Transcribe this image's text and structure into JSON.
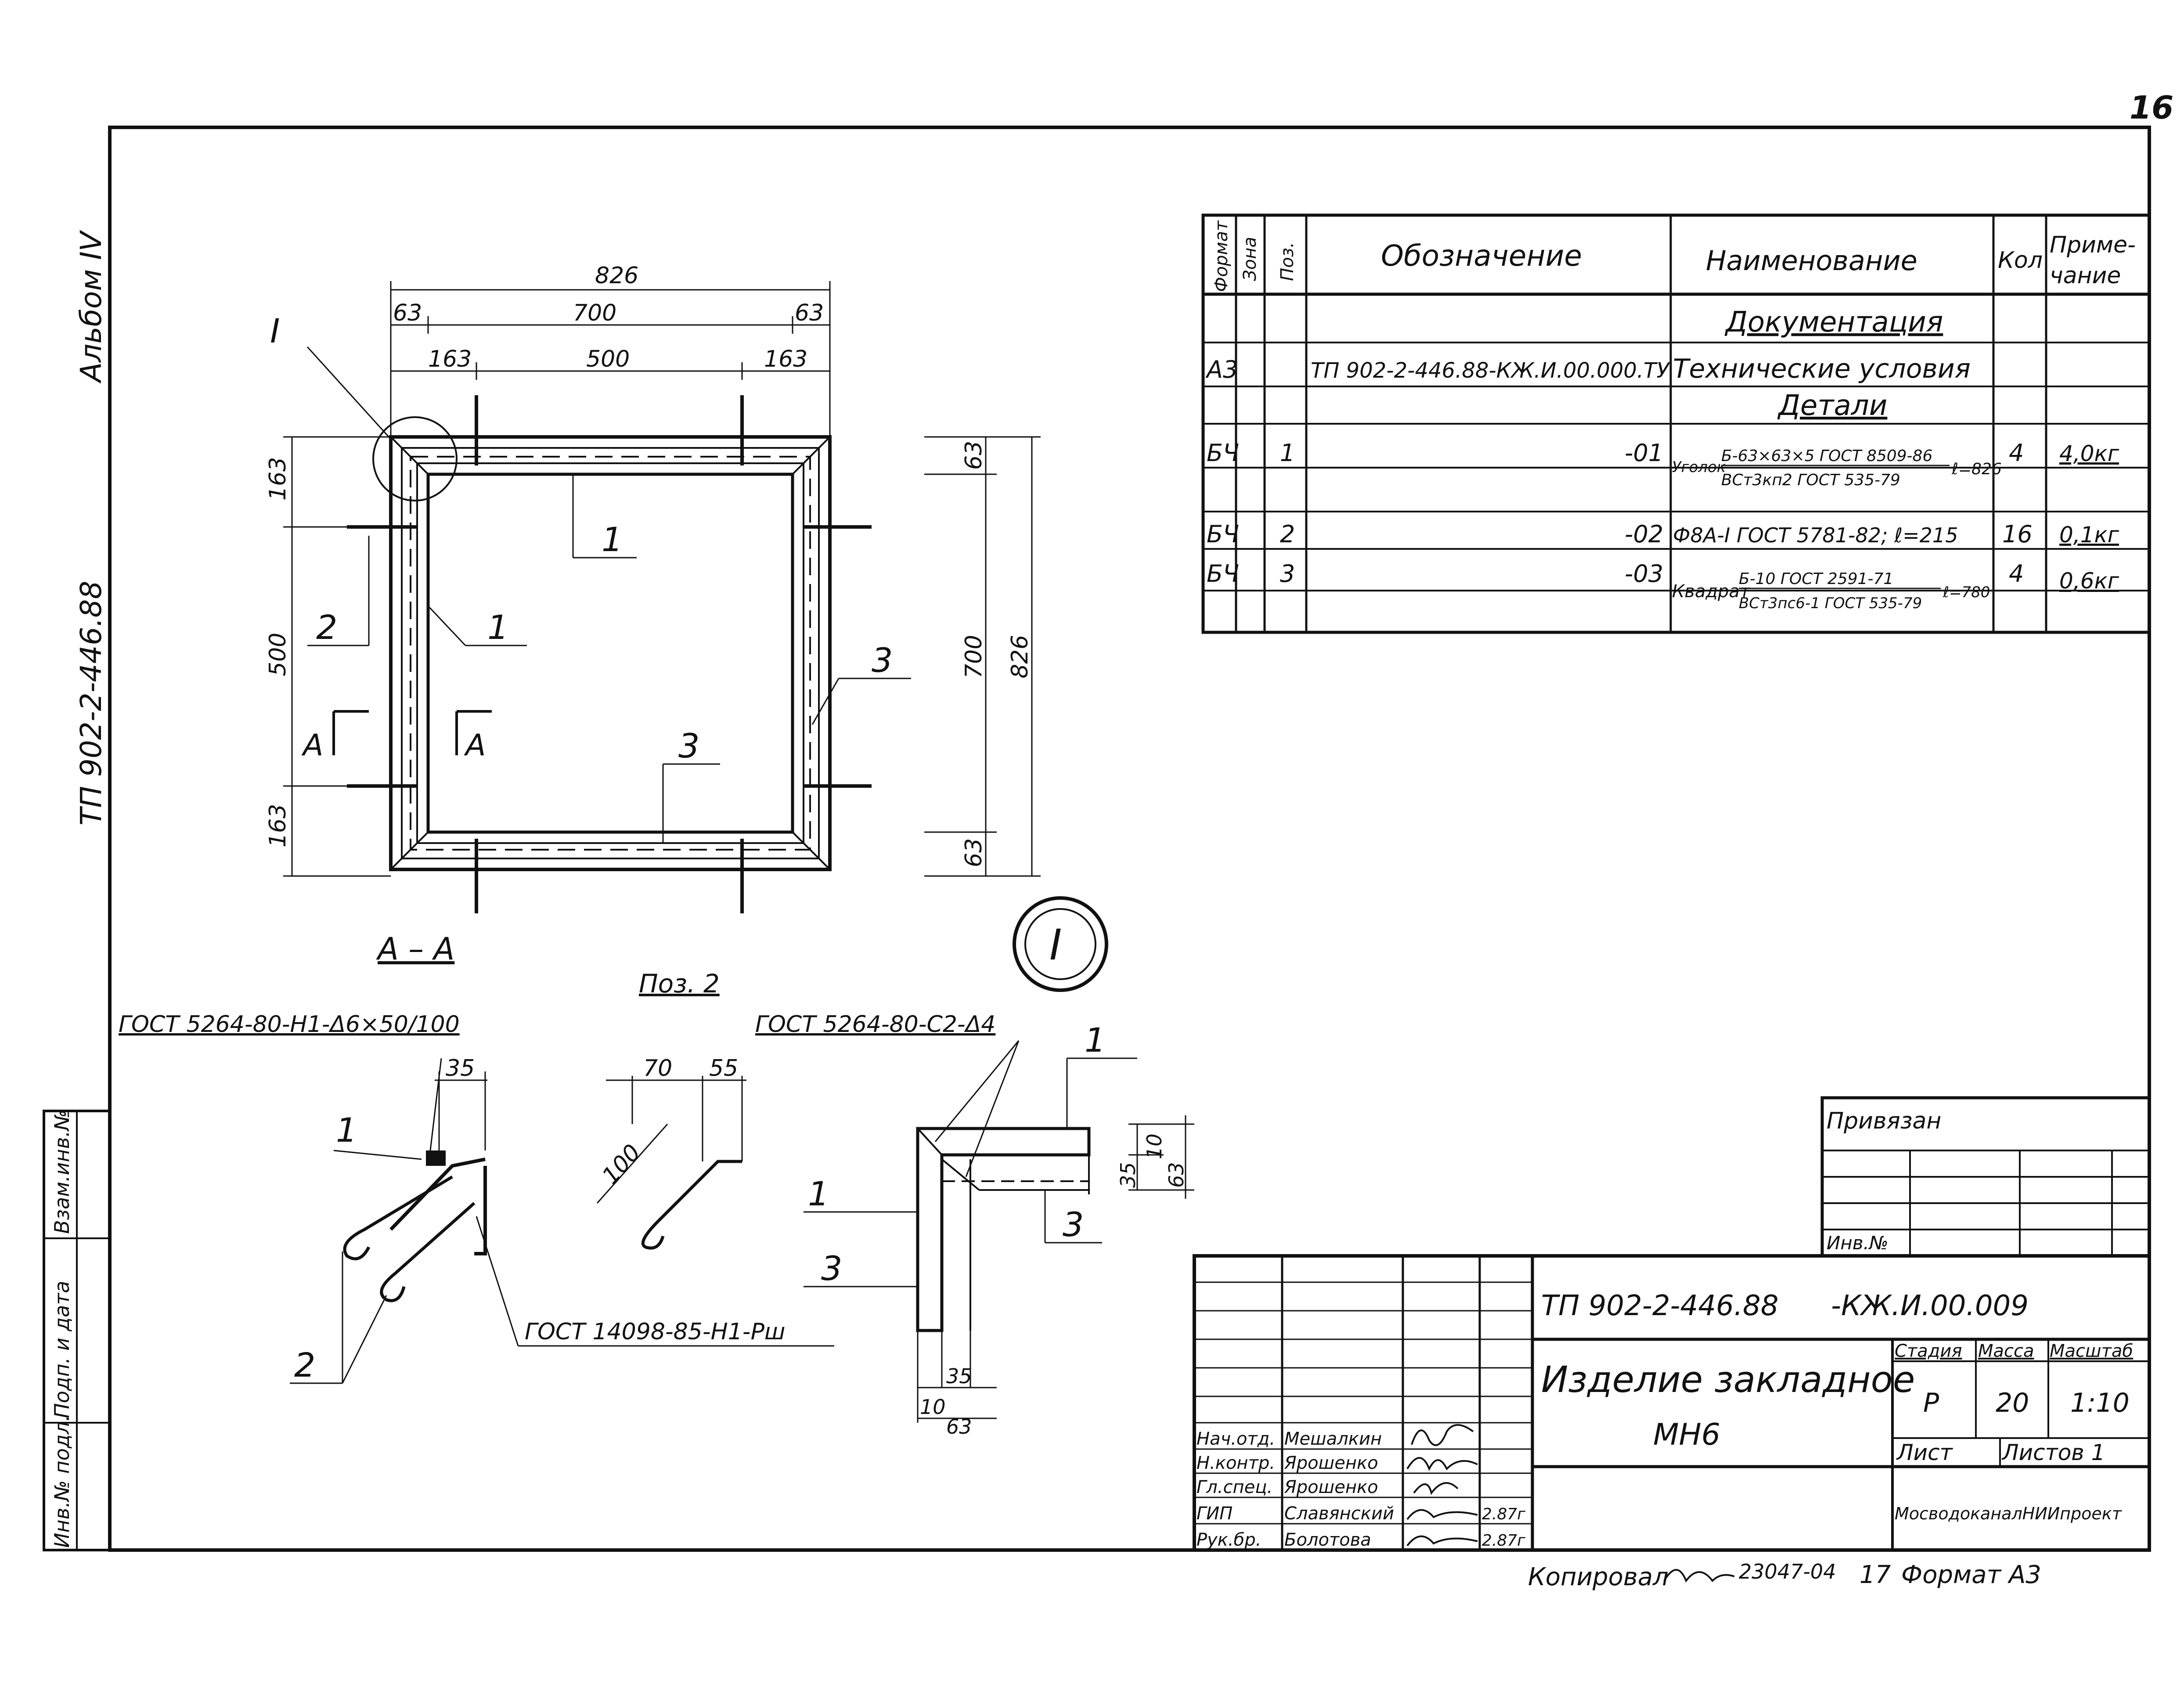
{
  "page_number": "16",
  "side": {
    "album": "Альбом IV",
    "project": "ТП 902-2-446.88",
    "stamp_labels": [
      "Взам.инв.№",
      "Подп. и дата",
      "Инв.№ подл."
    ]
  },
  "spec_table": {
    "headers": {
      "format": "Формат",
      "zone": "Зона",
      "pos": "Поз.",
      "designation": "Обозначение",
      "name": "Наименование",
      "qty": "Кол",
      "note": "Приме-\nчание"
    },
    "section_docs": "Документация",
    "section_parts": "Детали",
    "rows": [
      {
        "format": "А3",
        "pos": "",
        "designation": "ТП 902-2-446.88-КЖ.И.00.000.ТУ",
        "name": "Технические условия",
        "qty": "",
        "note": ""
      },
      {
        "format": "БЧ",
        "pos": "1",
        "designation": "-01",
        "name": "Уголок",
        "name_top": "Б-63×63×5 ГОСТ 8509-86",
        "name_bottom": "ВСт3кп2 ГОСТ 535-79",
        "name_suffix": "ℓ=826",
        "qty": "4",
        "note": "4,0кг"
      },
      {
        "format": "БЧ",
        "pos": "2",
        "designation": "-02",
        "name": "Ф8А-I ГОСТ 5781-82; ℓ=215",
        "qty": "16",
        "note": "0,1кг"
      },
      {
        "format": "БЧ",
        "pos": "3",
        "designation": "-03",
        "name": "Квадрат",
        "name_top": "Б-10 ГОСТ 2591-71",
        "name_bottom": "ВСт3пс6-1 ГОСТ 535-79",
        "name_suffix": "ℓ=780",
        "qty": "4",
        "note": "0,6кг"
      }
    ]
  },
  "main_view": {
    "dims_top": [
      "826",
      "63",
      "700",
      "63",
      "163",
      "500",
      "163"
    ],
    "dims_left": [
      "163",
      "500",
      "163"
    ],
    "dims_right": [
      "63",
      "700",
      "826",
      "63"
    ],
    "labels": [
      "I",
      "1",
      "1",
      "2",
      "3",
      "3",
      "А",
      "А"
    ]
  },
  "section_aa": {
    "title": "А – А",
    "weld_top": "ГОСТ 5264-80-Н1-Δ6×50/100",
    "weld_right": "ГОСТ 14098-85-Н1-Рш",
    "dim": "35",
    "labels": [
      "1",
      "2"
    ]
  },
  "pos2": {
    "title": "Поз. 2",
    "dims": [
      "70",
      "55",
      "100"
    ]
  },
  "node_I": {
    "marker": "I",
    "weld": "ГОСТ 5264-80-С2-Δ4",
    "dims": [
      "35",
      "10",
      "63",
      "35",
      "10",
      "63"
    ],
    "labels": [
      "1",
      "1",
      "3",
      "3"
    ]
  },
  "binding_box": {
    "title": "Привязан",
    "inv": "Инв.№"
  },
  "title_block": {
    "doc_code": "ТП 902-2-446.88",
    "doc_suffix": "-КЖ.И.00.009",
    "item_name": "Изделие закладное",
    "item_mark": "МН6",
    "stage_label": "Стадия",
    "mass_label": "Масса",
    "scale_label": "Масштаб",
    "stage": "Р",
    "mass": "20",
    "scale": "1:10",
    "sheet_label": "Лист",
    "sheets_label": "Листов 1",
    "org": "МосводоканалНИИпроект",
    "people": [
      {
        "role": "Нач.отд.",
        "name": "Мешалкин",
        "date": ""
      },
      {
        "role": "Н.контр.",
        "name": "Ярошенко",
        "date": ""
      },
      {
        "role": "Гл.спец.",
        "name": "Ярошенко",
        "date": ""
      },
      {
        "role": "ГИП",
        "name": "Славянский",
        "date": "2.87г"
      },
      {
        "role": "Рук.бр.",
        "name": "Болотова",
        "date": "2.87г"
      }
    ]
  },
  "footer": {
    "copied": "Копировал",
    "order": "23047-04",
    "num": "17",
    "format": "Формат А3"
  }
}
